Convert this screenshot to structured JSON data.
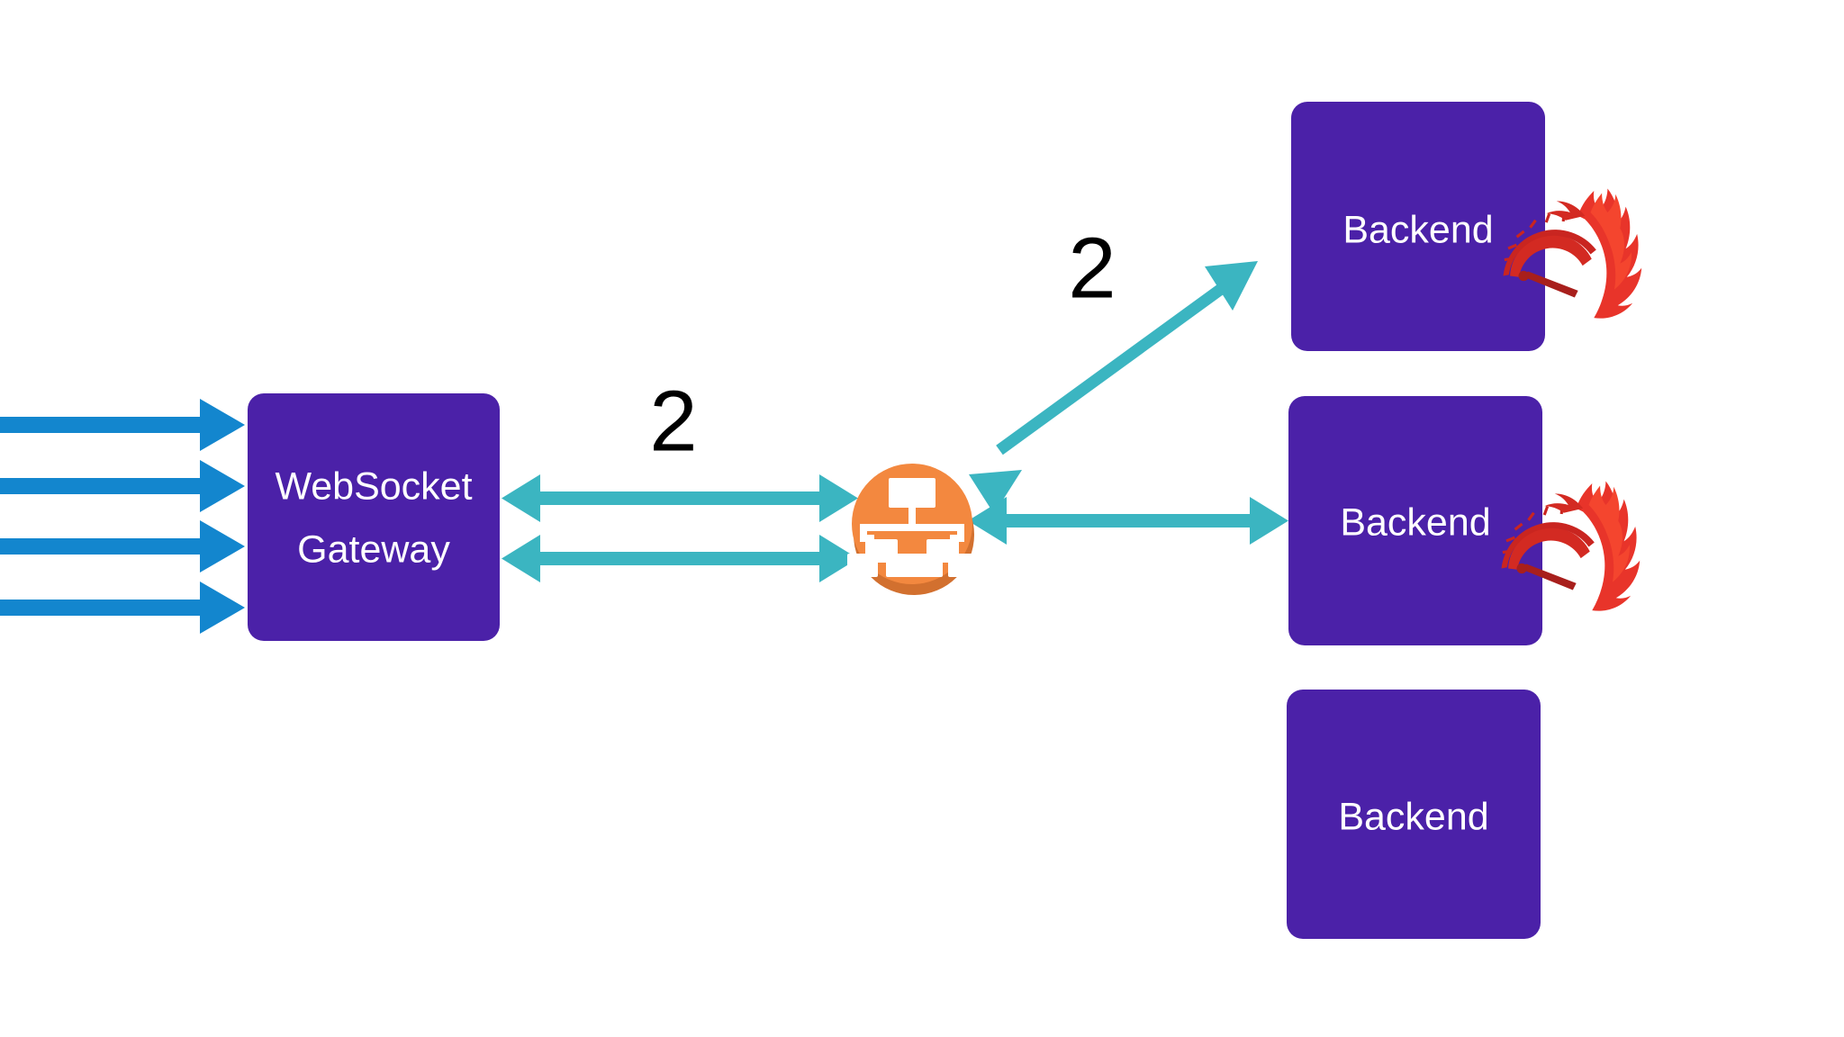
{
  "diagram": {
    "title": "WebSocket Gateway load-balanced backend architecture",
    "background_color": "#ffffff",
    "colors": {
      "node_purple": "#4b21a8",
      "client_arrow_blue": "#1386ce",
      "link_arrow_teal": "#3bb5c1",
      "loadbalancer_orange": "#f3883f",
      "loadbalancer_orange_shadow": "#d2702f",
      "loadbalancer_glyph_white": "#ffffff",
      "gatling_red_dark": "#c62828",
      "gatling_red": "#e03226",
      "gatling_red_bright": "#f4402c",
      "label_black": "#000000",
      "node_text_white": "#ffffff"
    },
    "nodes": [
      {
        "id": "websocket-gateway",
        "label_line1": "WebSocket",
        "label_line2": "Gateway",
        "shape": "rounded-rect",
        "color": "#4b21a8"
      },
      {
        "id": "load-balancer",
        "label": "",
        "icon": "load-balancer-icon",
        "shape": "circle",
        "color": "#f3883f"
      },
      {
        "id": "backend-1",
        "label": "Backend",
        "shape": "rounded-rect",
        "color": "#4b21a8",
        "badge": "gatling-flame-icon"
      },
      {
        "id": "backend-2",
        "label": "Backend",
        "shape": "rounded-rect",
        "color": "#4b21a8",
        "badge": "gatling-flame-icon"
      },
      {
        "id": "backend-3",
        "label": "Backend",
        "shape": "rounded-rect",
        "color": "#4b21a8",
        "badge": null
      }
    ],
    "client_arrows": {
      "count": 4,
      "color": "#1386ce",
      "direction": "right",
      "target": "websocket-gateway"
    },
    "connections": [
      {
        "id": "gateway-to-lb-upper",
        "from": "websocket-gateway",
        "to": "load-balancer",
        "style": "double-headed",
        "color": "#3bb5c1"
      },
      {
        "id": "gateway-to-lb-lower",
        "from": "websocket-gateway",
        "to": "load-balancer",
        "style": "double-headed",
        "color": "#3bb5c1"
      },
      {
        "id": "lb-to-backend-1",
        "from": "load-balancer",
        "to": "backend-1",
        "style": "double-headed",
        "color": "#3bb5c1"
      },
      {
        "id": "lb-to-backend-2",
        "from": "load-balancer",
        "to": "backend-2",
        "style": "double-headed",
        "color": "#3bb5c1"
      }
    ],
    "annotations": [
      {
        "id": "count-gateway-lb",
        "text": "2",
        "near": "gateway-to-lb"
      },
      {
        "id": "count-lb-backend",
        "text": "2",
        "near": "lb-to-backend-1"
      }
    ]
  }
}
